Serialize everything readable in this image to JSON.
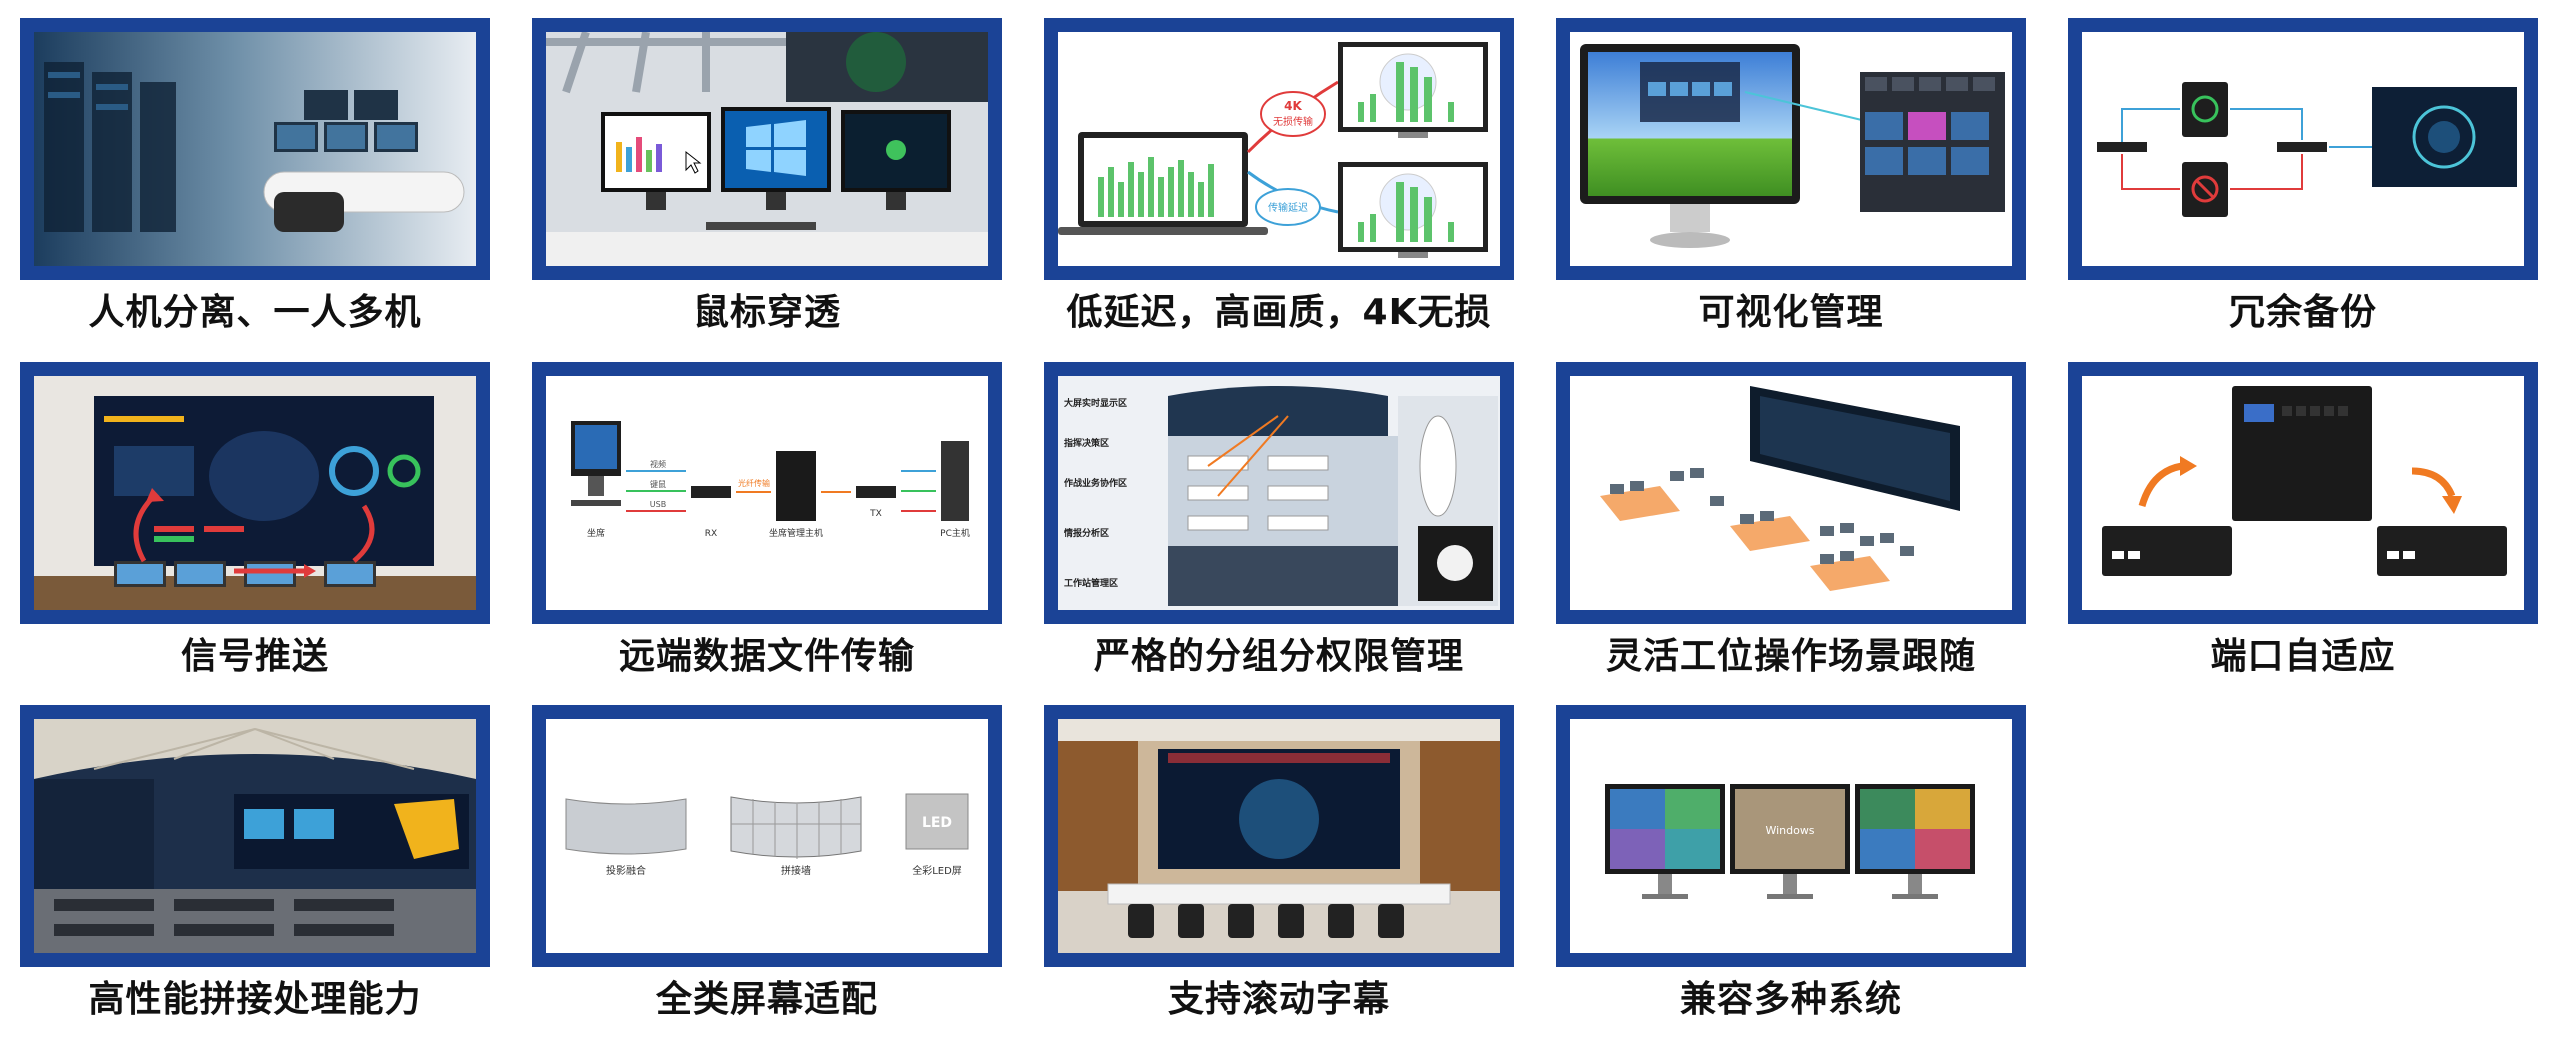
{
  "features": [
    {
      "title": "人机分离、一人多机"
    },
    {
      "title": "鼠标穿透"
    },
    {
      "title": "低延迟，高画质，4K无损"
    },
    {
      "title": "可视化管理"
    },
    {
      "title": "冗余备份"
    },
    {
      "title": "信号推送"
    },
    {
      "title": "远端数据文件传输"
    },
    {
      "title": "严格的分组分权限管理"
    },
    {
      "title": "灵活工位操作场景跟随"
    },
    {
      "title": "端口自适应"
    },
    {
      "title": "高性能拼接处理能力"
    },
    {
      "title": "全类屏幕适配"
    },
    {
      "title": "支持滚动字幕"
    },
    {
      "title": "兼容多种系统"
    }
  ],
  "diagram_labels": {
    "latency": {
      "top_badge": "4K",
      "top_text": "无损传输",
      "bottom_text": "传输延迟"
    },
    "transfer": {
      "host": "坐席",
      "rx": "RX",
      "server": "坐席管理主机",
      "tx": "TX",
      "pc": "PC主机",
      "link_top": "视频",
      "link_mid": "键鼠",
      "link_bottom": "USB",
      "link_fiber": "光纤传输"
    },
    "zones": {
      "z1": "大屏实时显示区",
      "z2": "指挥决策区",
      "z3": "作战业务协作区",
      "z4": "情报分析区",
      "z5": "工作站管理区"
    },
    "screens": {
      "s1": "投影融合",
      "s2": "拼接墙",
      "s3": "全彩LED屏",
      "led": "LED"
    },
    "os": {
      "windows": "Windows"
    },
    "colors": {
      "frame": "#1b4396",
      "arrow_red": "#e03b3b",
      "arrow_orange": "#f07a22",
      "green_bars": "#5cc36b"
    }
  }
}
